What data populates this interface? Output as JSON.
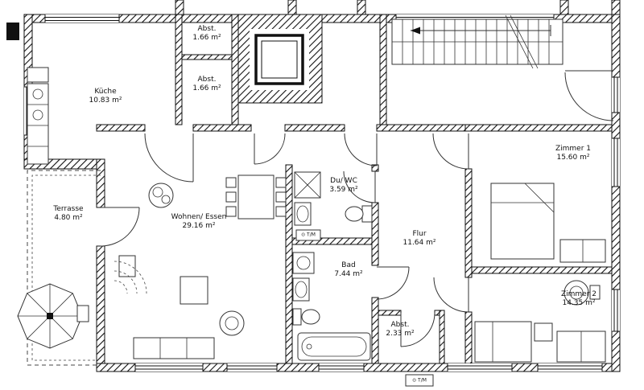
{
  "meta": {
    "type": "floor-plan",
    "language": "de"
  },
  "colors": {
    "wall": "#111111",
    "background": "#ffffff",
    "line": "#333333"
  },
  "rooms": [
    {
      "id": "abst-top",
      "name": "Abst.",
      "area": "1.66 m²"
    },
    {
      "id": "abst-mid",
      "name": "Abst.",
      "area": "1.66 m²"
    },
    {
      "id": "kueche",
      "name": "Küche",
      "area": "10.83 m²"
    },
    {
      "id": "zimmer-1",
      "name": "Zimmer 1",
      "area": "15.60 m²"
    },
    {
      "id": "terrasse",
      "name": "Terrasse",
      "area": "4.80 m²"
    },
    {
      "id": "wohnen-essen",
      "name": "Wohnen/ Essen",
      "area": "29.16 m²"
    },
    {
      "id": "du-wc",
      "name": "Du/ WC",
      "area": "3.59 m²"
    },
    {
      "id": "flur",
      "name": "Flur",
      "area": "11.64 m²"
    },
    {
      "id": "bad",
      "name": "Bad",
      "area": "7.44 m²"
    },
    {
      "id": "zimmer-2",
      "name": "Zimmer 2",
      "area": "14.35 m²"
    },
    {
      "id": "abst-flur",
      "name": "Abst.",
      "area": "2.33 m²"
    }
  ],
  "annotations": {
    "tm_bad": "⊙ T/M",
    "tm_bottom": "⊙ T/M"
  }
}
